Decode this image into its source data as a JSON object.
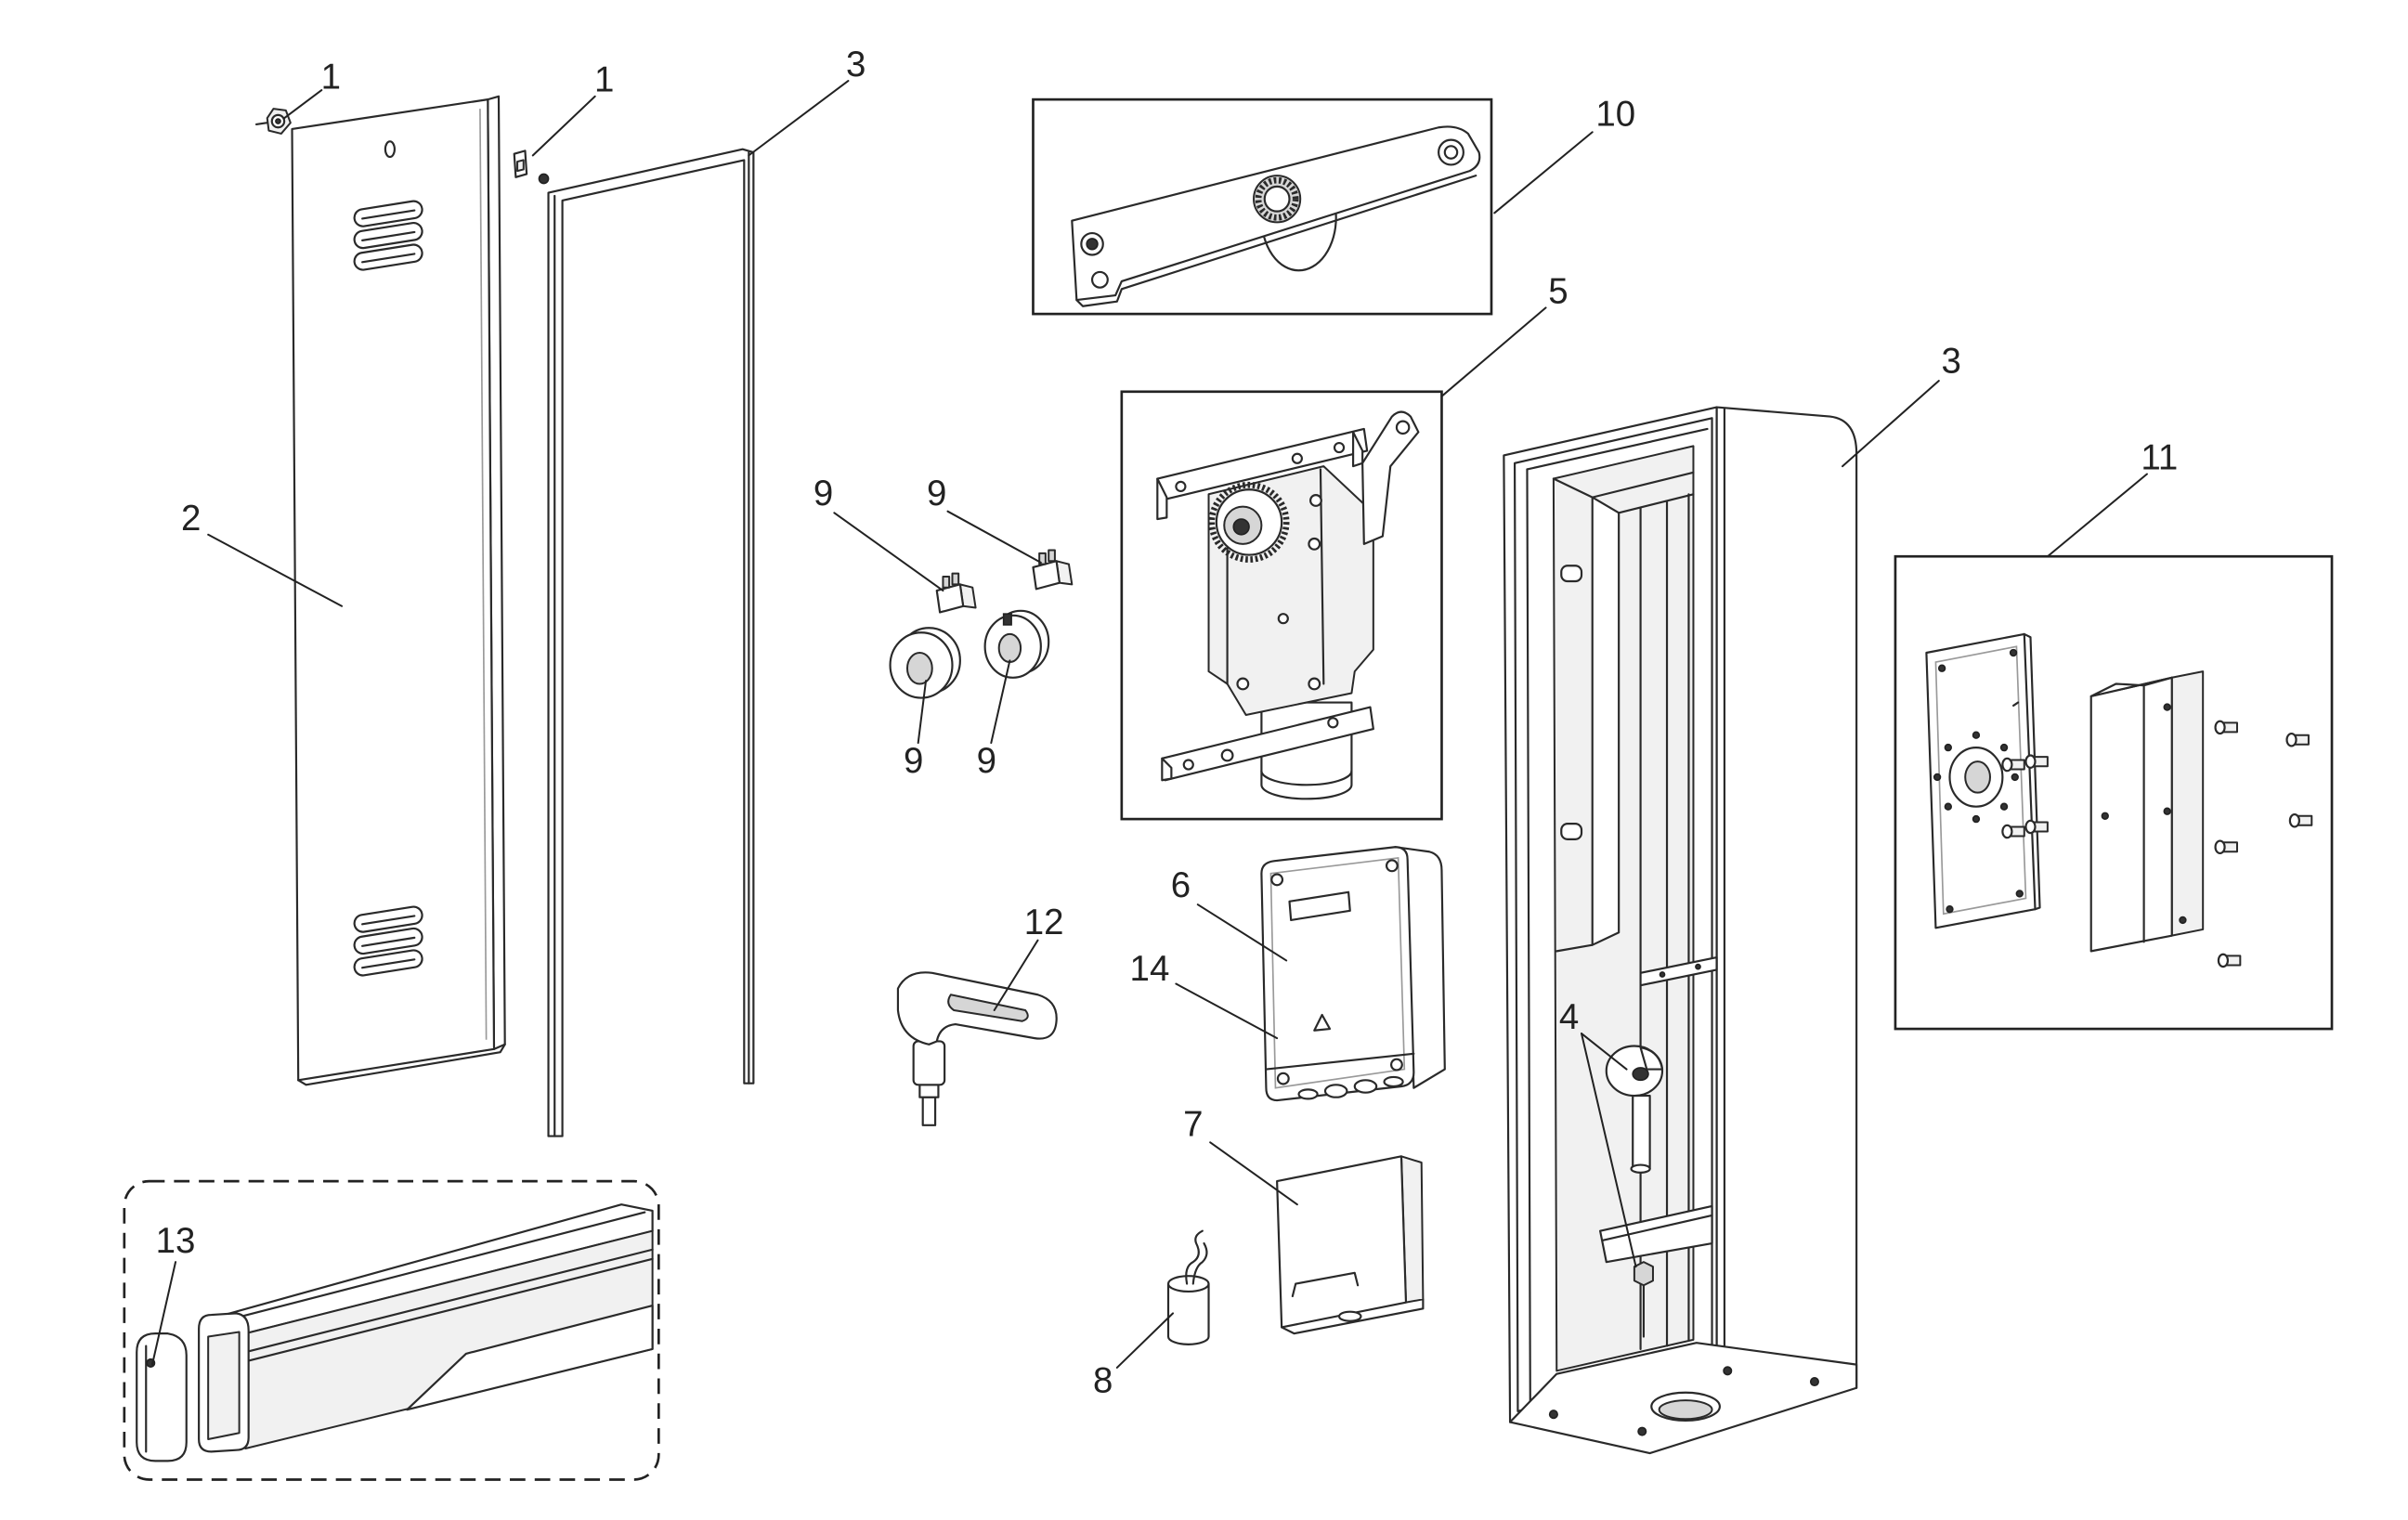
{
  "callouts": [
    "1",
    "1",
    "3",
    "2",
    "10",
    "5",
    "3",
    "11",
    "9",
    "9",
    "9",
    "9",
    "12",
    "6",
    "14",
    "4",
    "7",
    "8",
    "13"
  ],
  "colors": {
    "line": "#222222",
    "background": "#ffffff"
  }
}
